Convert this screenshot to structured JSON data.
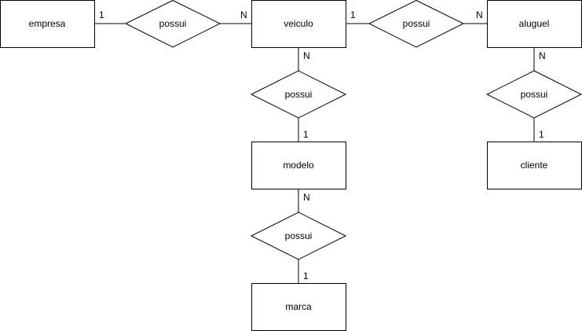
{
  "entities": {
    "empresa": "empresa",
    "veiculo": "veiculo",
    "aluguel": "aluguel",
    "modelo": "modelo",
    "cliente": "cliente",
    "marca": "marca"
  },
  "relationships": {
    "empresa_veiculo": "possui",
    "veiculo_aluguel": "possui",
    "veiculo_modelo": "possui",
    "aluguel_cliente": "possui",
    "modelo_marca": "possui"
  },
  "cardinalities": {
    "empresa_side": "1",
    "veiculo_left_side": "N",
    "veiculo_right_side": "1",
    "aluguel_left_side": "N",
    "veiculo_bottom_side": "N",
    "modelo_top_side": "1",
    "aluguel_bottom_side": "N",
    "cliente_top_side": "1",
    "modelo_bottom_side": "N",
    "marca_top_side": "1"
  }
}
